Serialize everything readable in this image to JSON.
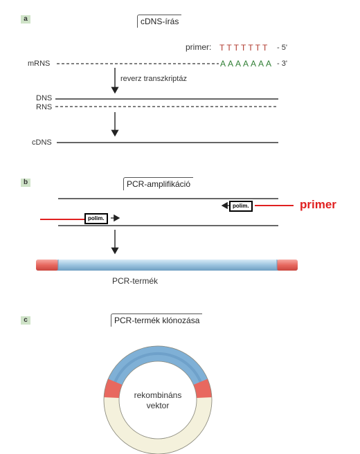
{
  "panels": {
    "a": {
      "badge": "a",
      "title": "cDNS-írás"
    },
    "b": {
      "badge": "b",
      "title": "PCR-amplifikáció"
    },
    "c": {
      "badge": "c",
      "title": "PCR-termék klónozása"
    }
  },
  "labels": {
    "primer_prefix": "primer:",
    "primer_seq": "TTTTTTT",
    "primer_end": "- 5'",
    "mrns": "mRNS",
    "polya_seq": "AAAAAAA",
    "polya_end": "- 3'",
    "enzyme": "reverz transzkriptáz",
    "dns": "DNS",
    "rns": "RNS",
    "cdns": "cDNS",
    "polim_left": "polim.",
    "polim_right": "polim.",
    "primer_big": "primer",
    "pcr_product": "PCR-termék",
    "vector_line1": "rekombináns",
    "vector_line2": "vektor"
  },
  "colors": {
    "primer_t": "#b03a2e",
    "polya_a": "#2e7d32",
    "primer_annotation": "#e02020",
    "tube_blue": "#a9cde4",
    "tube_red": "#e96a63",
    "vector_cream": "#f4f1dc"
  }
}
